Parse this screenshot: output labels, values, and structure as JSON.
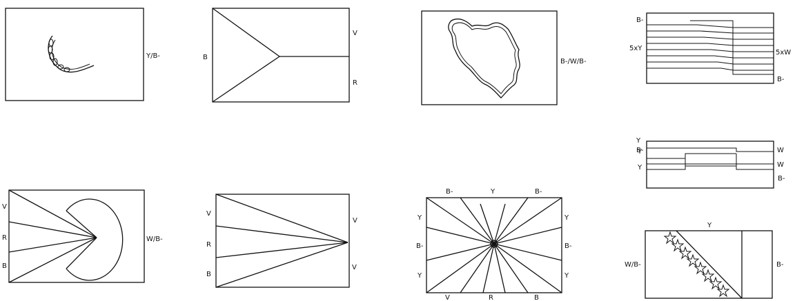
{
  "flags": [
    {
      "id": "f1",
      "labels": {
        "right": "Y/B-"
      }
    },
    {
      "id": "f2",
      "labels": {
        "left": "B",
        "right_top": "V",
        "right_bottom": "R"
      }
    },
    {
      "id": "f3",
      "labels": {
        "right": "B-/W/B-"
      }
    },
    {
      "id": "f4",
      "labels": {
        "top_left": "B-",
        "left": "5xY",
        "right": "5xW",
        "bottom_right": "B-"
      }
    },
    {
      "id": "f5",
      "labels": {
        "left": [
          "B-",
          "Y",
          "Y",
          "Y"
        ],
        "right": [
          "W",
          "W",
          "B-"
        ]
      }
    },
    {
      "id": "f6",
      "labels": {
        "left": [
          "V",
          "R",
          "B"
        ],
        "right": "W/B-"
      }
    },
    {
      "id": "f7",
      "labels": {
        "left": [
          "V",
          "R",
          "B"
        ],
        "right": [
          "V",
          "V"
        ]
      }
    },
    {
      "id": "f8",
      "labels": {
        "top": [
          "B-",
          "Y",
          "B-"
        ],
        "left": [
          "Y",
          "B-",
          "Y"
        ],
        "right": [
          "Y",
          "B-",
          "Y"
        ],
        "bottom": [
          "V",
          "R",
          "B"
        ]
      }
    },
    {
      "id": "f9",
      "labels": {
        "top": "Y",
        "left": "W/B-",
        "right": "B-"
      }
    }
  ]
}
